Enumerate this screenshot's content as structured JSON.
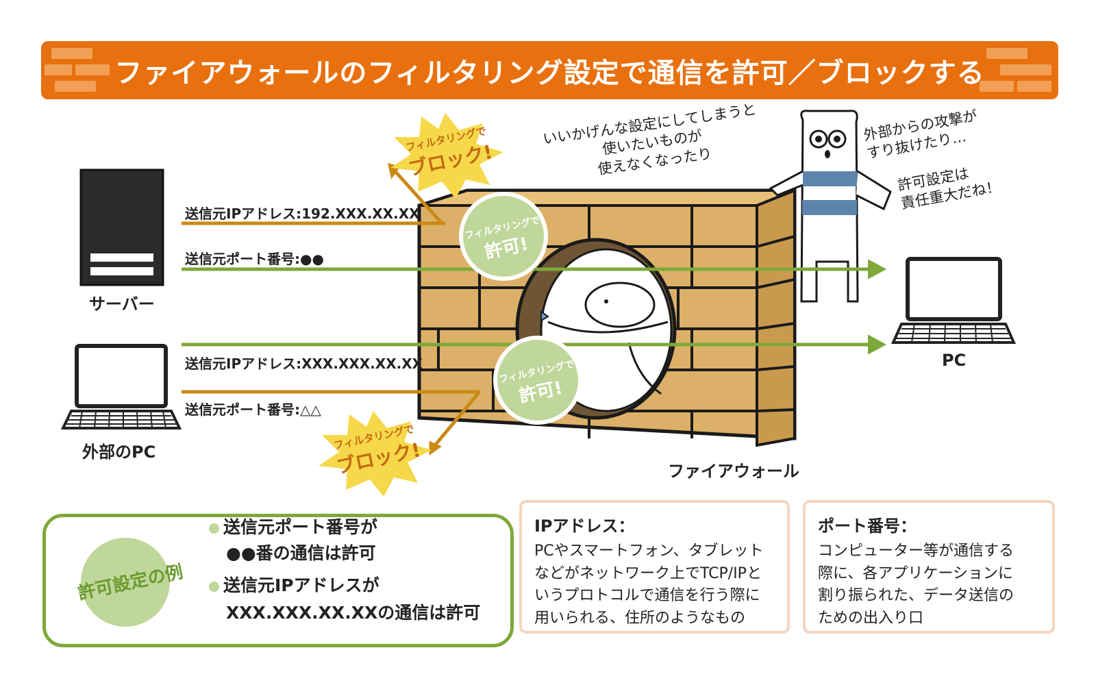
{
  "title": "ファイアウォールのフィルタリング設定で通信を許可／ブロックする",
  "devices": {
    "server": "サーバー",
    "external_pc": "外部のPC",
    "pc": "PC",
    "firewall": "ファイアウォール"
  },
  "flows": {
    "server_ip": "送信元IPアドレス:192.XXX.XX.XX",
    "server_port": "送信元ポート番号:●●",
    "ext_ip": "送信元IPアドレス:XXX.XXX.XX.XX",
    "ext_port": "送信元ポート番号:△△"
  },
  "badges": {
    "block_small": "フィルタリングで",
    "block_big": "ブロック!",
    "allow_small": "フィルタリングで",
    "allow_big": "許可!"
  },
  "speech": {
    "left": "いいかげんな設定にしてしまうと\n使いたいものが\n使えなくなったり",
    "right_top": "外部からの攻撃が\nすり抜けたり…",
    "right_bottom": "許可設定は\n責任重大だね！"
  },
  "permit_example": {
    "badge": "許可設定の例",
    "item1_line1": "送信元ポート番号が",
    "item1_line2": "●●番の通信は許可",
    "item2_line1": "送信元IPアドレスが",
    "item2_line2": "XXX.XXX.XX.XXの通信は許可"
  },
  "ip_box": {
    "heading": "IPアドレス：",
    "body": "PCやスマートフォン、タブレット\nなどがネットワーク上でTCP/IPと\nいうプロトコルで通信を行う際に\n用いられる、住所のようなもの"
  },
  "port_box": {
    "heading": "ポート番号：",
    "body": "コンピューター等が通信する\n際に、各アプリケーションに\n割り振られた、データ送信の\nための出入り口"
  },
  "colors": {
    "banner": "#e8700f",
    "allow_green": "#7ea83a",
    "block_orange": "#c98a15",
    "brick": "#dcb068",
    "star_yellow": "#f6d84a"
  }
}
